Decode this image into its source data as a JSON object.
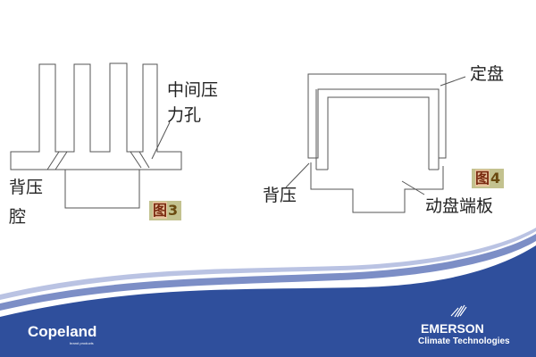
{
  "figure3": {
    "label_middle_hole": [
      "中间压",
      "力孔"
    ],
    "label_back_chamber": [
      "背压",
      "腔"
    ],
    "caption_char": "图",
    "caption_num": "3"
  },
  "figure4": {
    "label_fixed_scroll": "定盘",
    "label_back_pressure": "背压",
    "label_orbiting_plate": "动盘端板",
    "caption_char": "图",
    "caption_num": "4"
  },
  "footer": {
    "brand_left": "Copeland",
    "brand_left_sub": "brand products",
    "brand_right": "EMERSON",
    "brand_right_sub": "Climate Technologies",
    "background_color": "#2f4f9c"
  }
}
